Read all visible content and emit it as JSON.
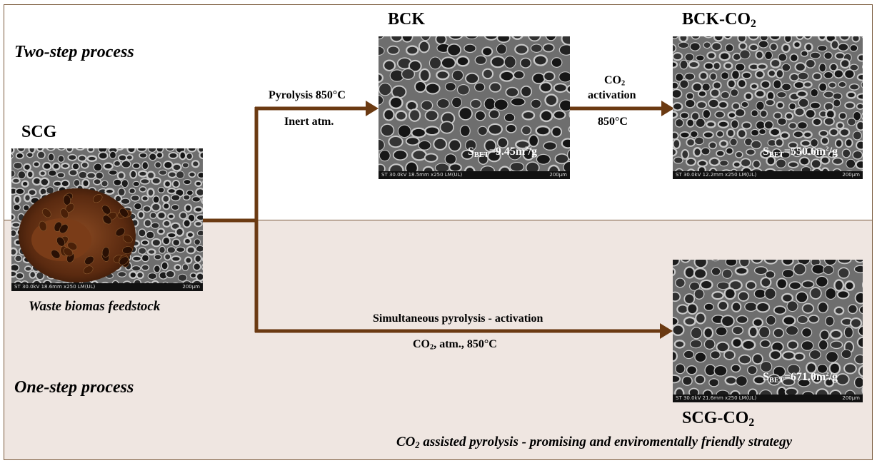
{
  "labels": {
    "two_step": "Two-step process",
    "one_step": "One-step process",
    "scg": "SCG",
    "bck": "BCK",
    "bck_co2_base": "BCK-CO",
    "bck_co2_sub": "2",
    "scg_co2_base": "SCG-CO",
    "scg_co2_sub": "2",
    "feedstock": "Waste biomas feedstock"
  },
  "arrows": {
    "pyrolysis": "Pyrolysis 850°C",
    "inert": "Inert atm.",
    "co2_base": "CO",
    "co2_sub": "2",
    "activation": "activation",
    "temp": "850°C",
    "simultaneous": "Simultaneous pyrolysis - activation",
    "co2_atm_base": "CO",
    "co2_atm_sub": "2",
    "co2_atm_rest": ", atm., 850°C"
  },
  "images": {
    "scg": {
      "footer_left": "ST 30.0kV 18.6mm x250 LM(UL)",
      "footer_right": "200µm"
    },
    "bck": {
      "footer_left": "ST 30.0kV 18.5mm x250 LM(UL)",
      "footer_right": "200µm",
      "sbet_base": "S",
      "sbet_sub": "BET",
      "sbet_val": "=9.45m",
      "sbet_sup": "2",
      "sbet_unit": "/g"
    },
    "bck_co2": {
      "footer_left": "ST 30.0kV 12.2mm x250 LM(UL)",
      "footer_right": "200µm",
      "sbet_base": "S",
      "sbet_sub": "BET",
      "sbet_val": "=550.6m",
      "sbet_sup": "2",
      "sbet_unit": "/g"
    },
    "scg_co2": {
      "footer_left": "ST 30.0kV 21.6mm x250 LM(UL)",
      "footer_right": "200µm",
      "sbet_base": "S",
      "sbet_sub": "BET",
      "sbet_val": "=671.0m",
      "sbet_sup": "2",
      "sbet_unit": "/g"
    }
  },
  "caption": {
    "co2_base": "CO",
    "co2_sub": "2",
    "rest": " assisted pyrolysis - promising and enviromentally  friendly strategy"
  },
  "colors": {
    "arrow": "#6b3a12",
    "frame": "#7a5a3c",
    "bottom_bg": "#efe6e1"
  }
}
